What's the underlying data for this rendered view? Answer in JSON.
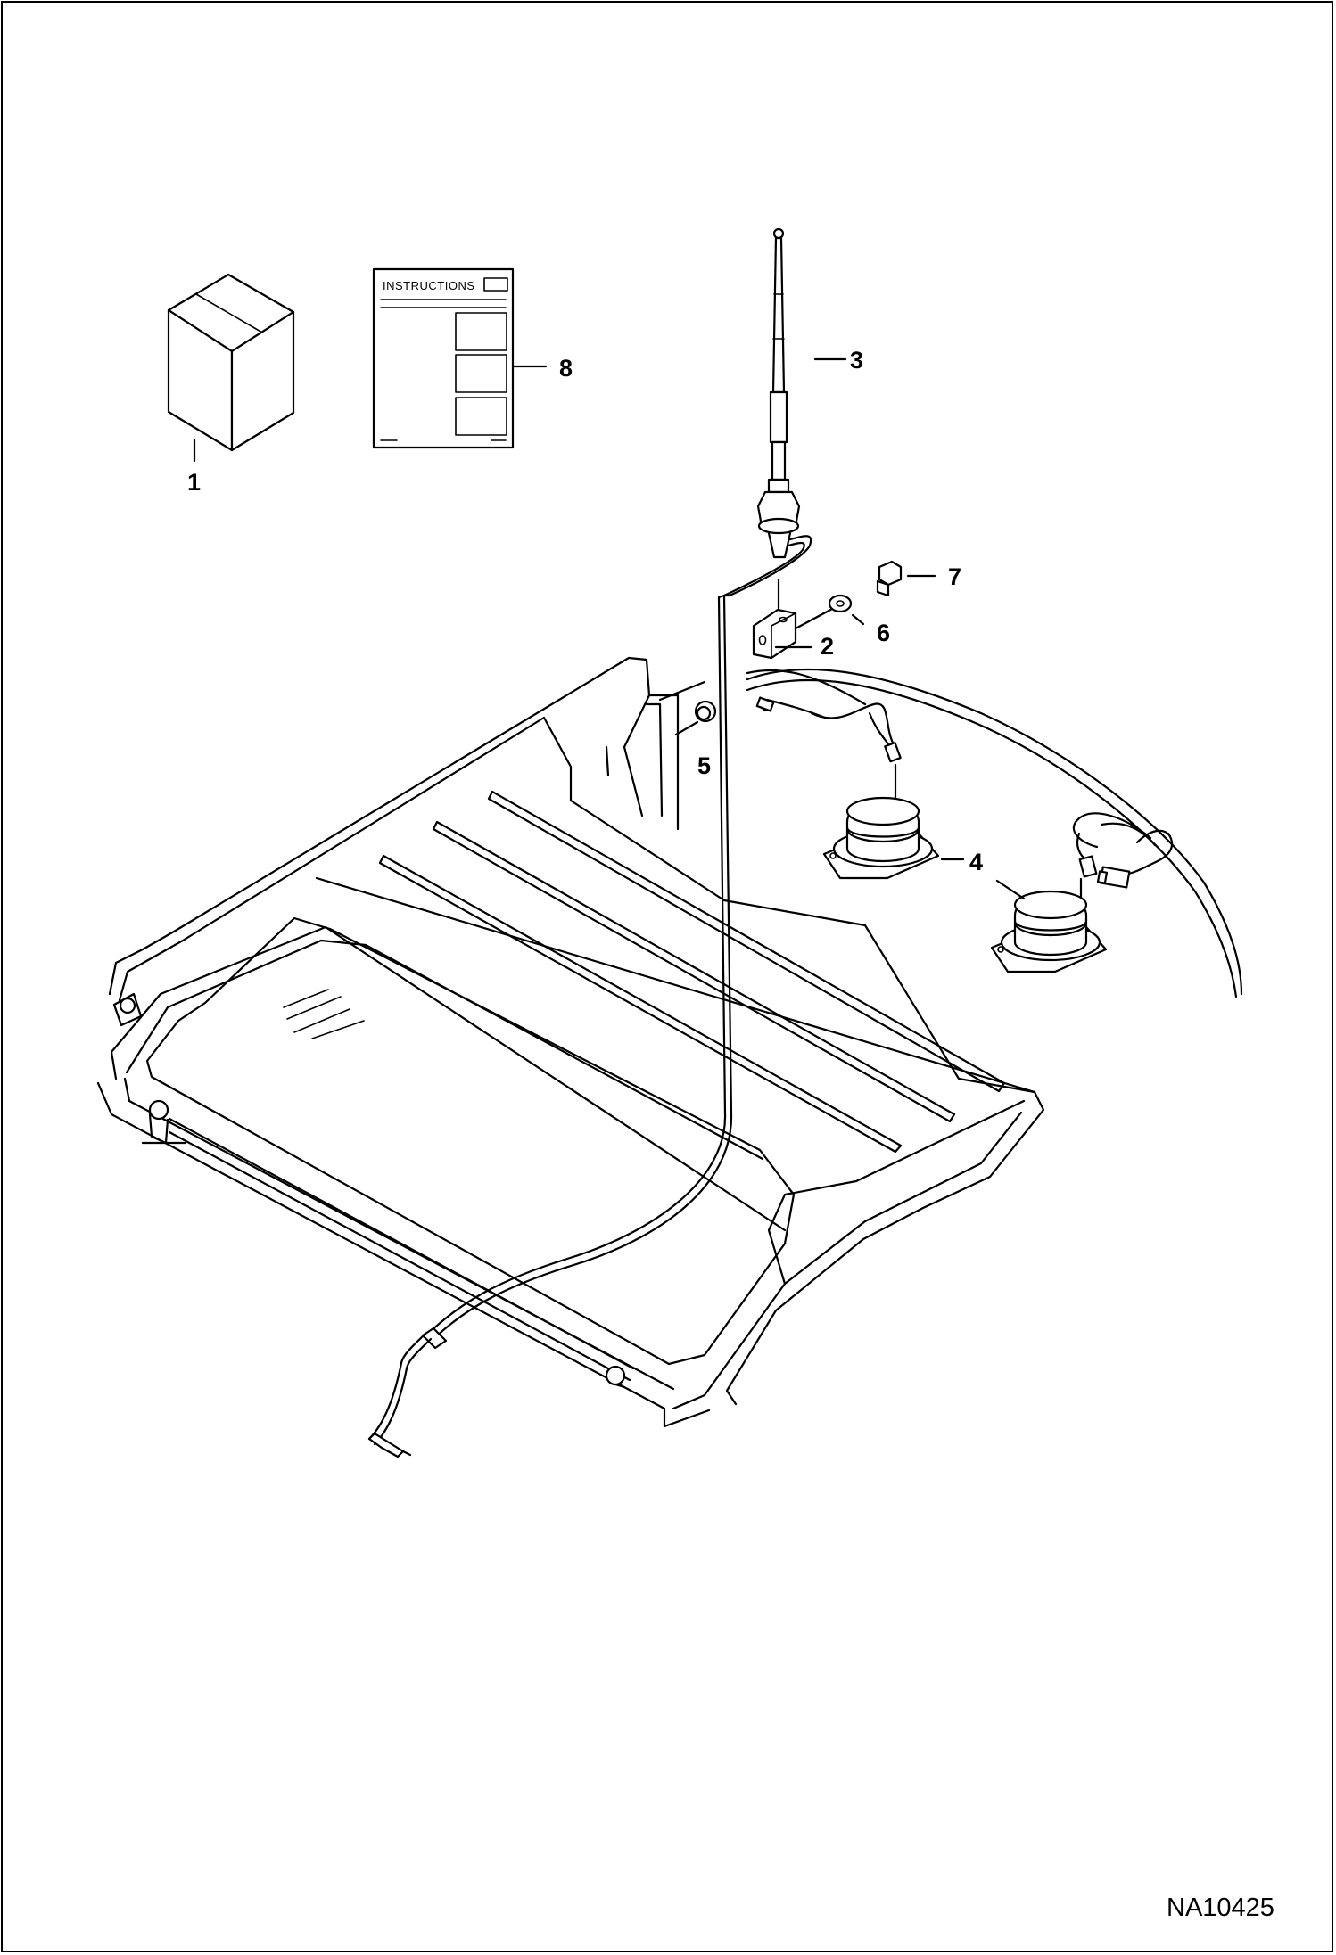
{
  "callouts": [
    {
      "id": "1",
      "label": "1"
    },
    {
      "id": "2",
      "label": "2"
    },
    {
      "id": "3",
      "label": "3"
    },
    {
      "id": "4",
      "label": "4"
    },
    {
      "id": "5",
      "label": "5"
    },
    {
      "id": "6",
      "label": "6"
    },
    {
      "id": "7",
      "label": "7"
    },
    {
      "id": "8",
      "label": "8"
    }
  ],
  "instructions_card": {
    "heading": "INSTRUCTIONS"
  },
  "document_code": "NA10425"
}
